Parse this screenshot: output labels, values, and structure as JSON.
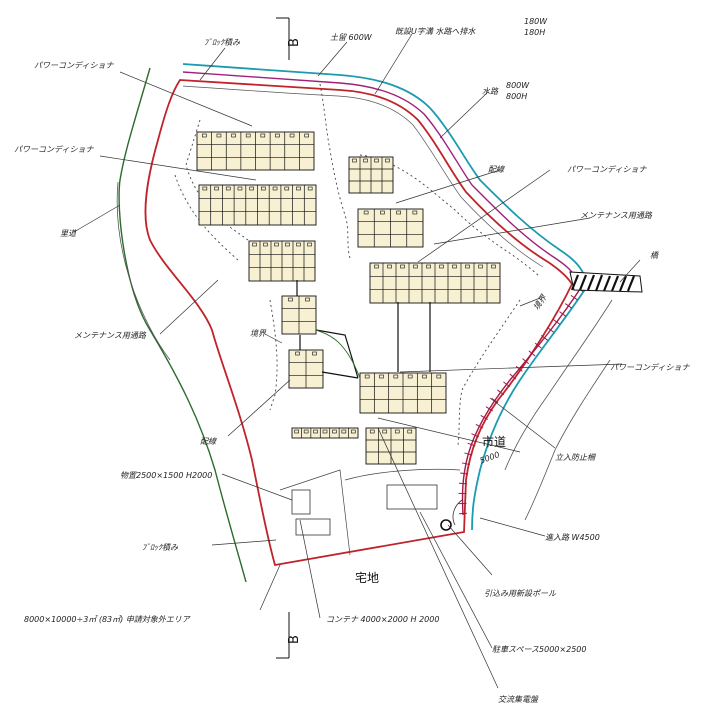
{
  "section_marks": {
    "top": "B",
    "bottom": "B"
  },
  "labels": {
    "block_wall_top": "ﾌﾞﾛｯｸ積み",
    "fill_600": "土留 600W",
    "existing_ditch": "既設U字溝 水路へ排水",
    "ditch_180w": "180W",
    "ditch_180h": "180H",
    "waterway": "水路",
    "waterway_800w": "800W",
    "waterway_800h": "800H",
    "pcs_1": "パワーコンディショナ",
    "pcs_2": "パワーコンディショナ",
    "pcs_3": "パワーコンディショナ",
    "pcs_4": "パワーコンディショナ",
    "wiring_top": "配線",
    "maintenance_right": "メンテナンス用通路",
    "village_road": "里道",
    "bridge": "橋",
    "boundary_right": "境界",
    "maintenance_left": "メンテナンス用通路",
    "boundary_left": "境界",
    "wiring_left": "配線",
    "fence": "立入防止柵",
    "city_road": "市道",
    "city_road_width": "5000",
    "storage": "物置2500×1500 H2000",
    "entry_road": "進入路 W4500",
    "block_wall_bottom": "ﾌﾞﾛｯｸ積み",
    "pole": "引込み用新設ポール",
    "residential": "宅地",
    "excluded_area": "8000×10000÷3㎡ (83㎡) 申請対象外エリア",
    "container": "コンテナ 4000×2000 H 2000",
    "parking": "駐車スペース5000×2500",
    "ac_panel": "交流集電盤"
  },
  "colors": {
    "site_boundary": "#c0232a",
    "waterway_cyan": "#1a9bb0",
    "ditch_magenta": "#a0207a",
    "village_road_green": "#2b6b2b",
    "fence_red": "#a01a4a",
    "panel_fill": "#f7f0d2",
    "leader": "#333333"
  },
  "panel_arrays": [
    {
      "cols": 8,
      "rows": 3
    },
    {
      "cols": 4,
      "rows": 3
    },
    {
      "cols": 10,
      "rows": 3
    },
    {
      "cols": 4,
      "rows": 3
    },
    {
      "cols": 6,
      "rows": 3
    },
    {
      "cols": 10,
      "rows": 3
    },
    {
      "cols": 2,
      "rows": 3
    },
    {
      "cols": 2,
      "rows": 3
    },
    {
      "cols": 6,
      "rows": 3
    },
    {
      "cols": 7,
      "rows": 1
    },
    {
      "cols": 4,
      "rows": 3
    }
  ]
}
